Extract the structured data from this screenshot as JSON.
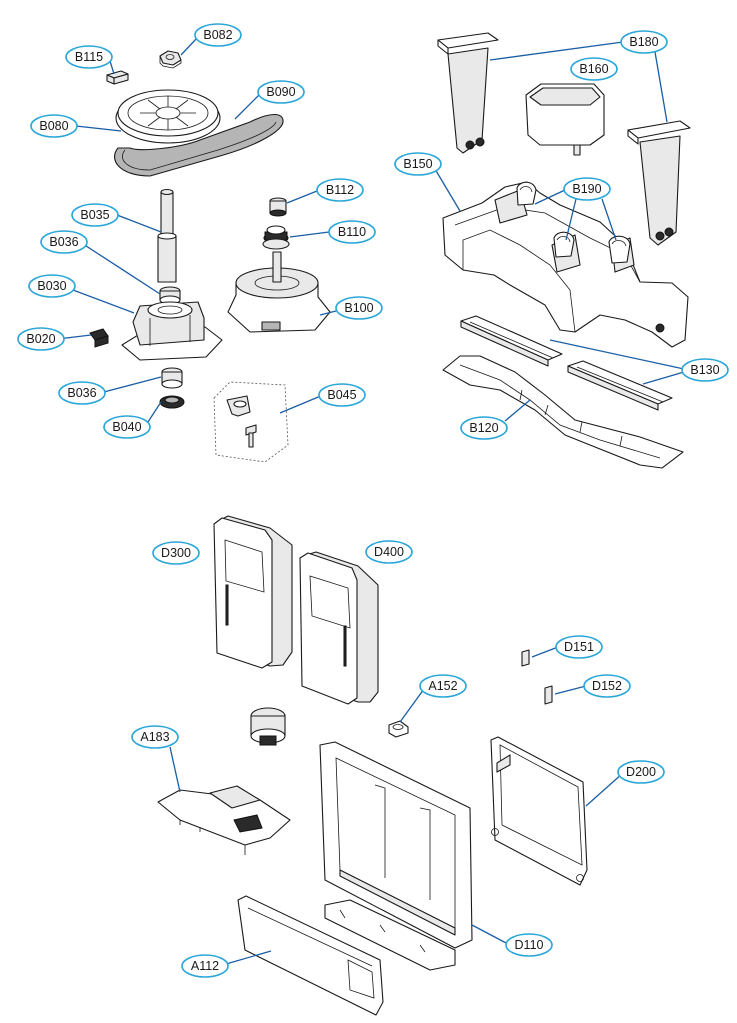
{
  "diagram": {
    "callouts": [
      {
        "id": "B082",
        "label": "B082"
      },
      {
        "id": "B115",
        "label": "B115"
      },
      {
        "id": "B090",
        "label": "B090"
      },
      {
        "id": "B080",
        "label": "B080"
      },
      {
        "id": "B112",
        "label": "B112"
      },
      {
        "id": "B035",
        "label": "B035"
      },
      {
        "id": "B110",
        "label": "B110"
      },
      {
        "id": "B036a",
        "label": "B036"
      },
      {
        "id": "B030",
        "label": "B030"
      },
      {
        "id": "B100",
        "label": "B100"
      },
      {
        "id": "B020",
        "label": "B020"
      },
      {
        "id": "B036b",
        "label": "B036"
      },
      {
        "id": "B045",
        "label": "B045"
      },
      {
        "id": "B040",
        "label": "B040"
      },
      {
        "id": "B180",
        "label": "B180"
      },
      {
        "id": "B160",
        "label": "B160"
      },
      {
        "id": "B150",
        "label": "B150"
      },
      {
        "id": "B190",
        "label": "B190"
      },
      {
        "id": "B130",
        "label": "B130"
      },
      {
        "id": "B120",
        "label": "B120"
      },
      {
        "id": "D300",
        "label": "D300"
      },
      {
        "id": "D400",
        "label": "D400"
      },
      {
        "id": "D151",
        "label": "D151"
      },
      {
        "id": "A152",
        "label": "A152"
      },
      {
        "id": "D152",
        "label": "D152"
      },
      {
        "id": "A183",
        "label": "A183"
      },
      {
        "id": "D200",
        "label": "D200"
      },
      {
        "id": "D110",
        "label": "D110"
      },
      {
        "id": "A112",
        "label": "A112"
      }
    ]
  }
}
